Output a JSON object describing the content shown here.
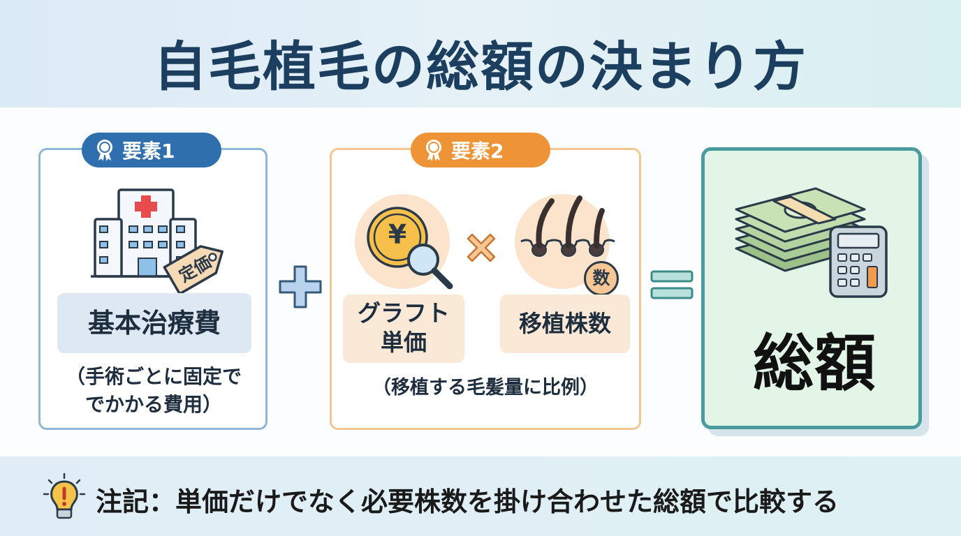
{
  "header": {
    "title": "自毛植毛の総額の決まり方"
  },
  "element1": {
    "badge": "要素1",
    "tag": "定価",
    "label": "基本治療費",
    "note_line1": "（手術ごとに固定で",
    "note_line2": "でかかる費用）"
  },
  "element2": {
    "badge": "要素2",
    "coin_symbol": "¥",
    "count_badge": "数",
    "label1_line1": "グラフト",
    "label1_line2": "単価",
    "label2": "移植株数",
    "note": "（移植する毛髪量に比例）"
  },
  "result": {
    "label": "総額"
  },
  "footer": {
    "text": "注記：単価だけでなく必要株数を掛け合わせた総額で比較する"
  },
  "colors": {
    "element1_accent": "#2f6fae",
    "element2_accent": "#ee9336",
    "result_border": "#4a9aa0",
    "title": "#1d3f5f"
  },
  "icons": [
    "award-ribbon-icon",
    "hospital-icon",
    "price-tag-icon",
    "yen-coin-icon",
    "magnifier-icon",
    "hair-follicle-icon",
    "money-stack-icon",
    "calculator-icon",
    "lightbulb-icon",
    "plus-icon",
    "multiply-icon",
    "equals-icon"
  ]
}
